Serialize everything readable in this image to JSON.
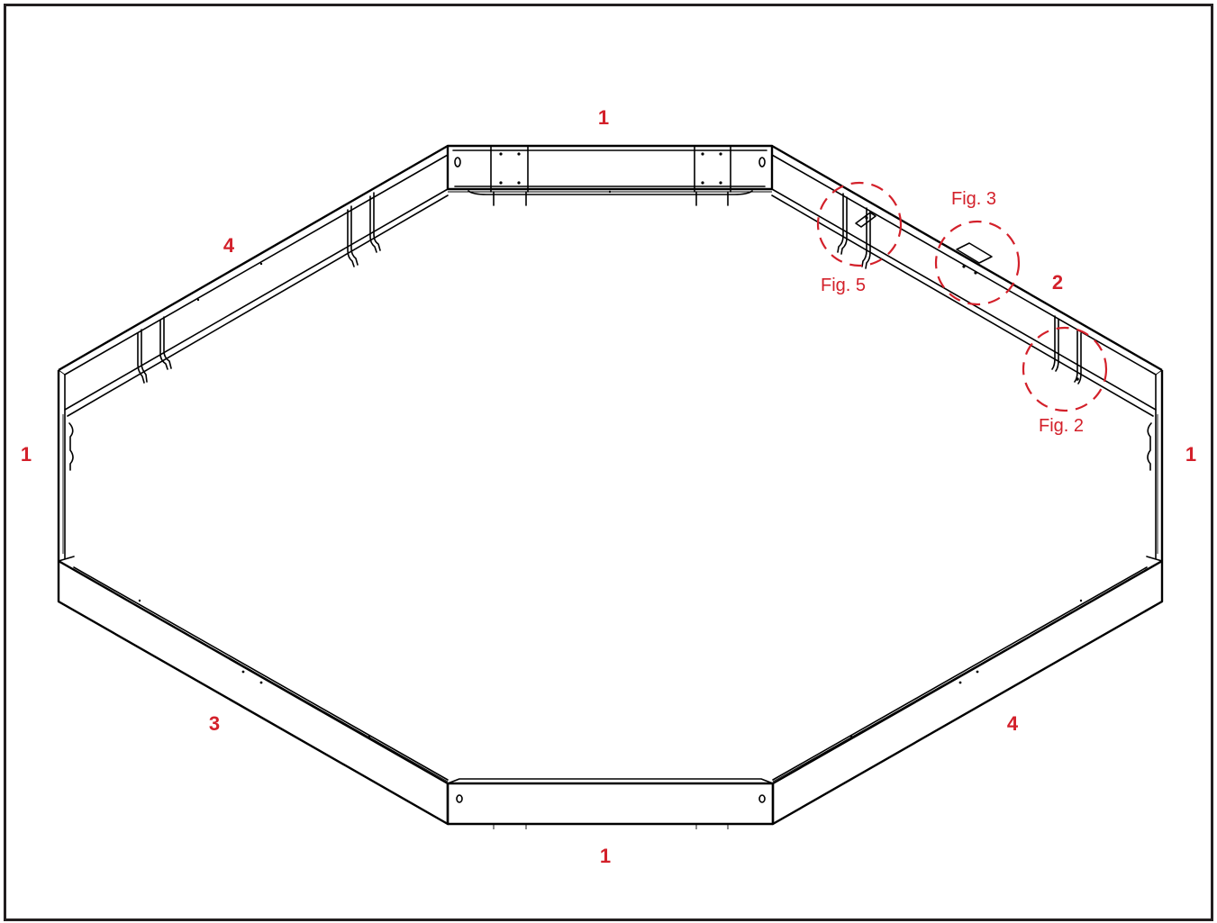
{
  "diagram": {
    "part_labels": {
      "top": "1",
      "upper_left": "4",
      "upper_right": "2",
      "left": "1",
      "right": "1",
      "lower_left": "3",
      "lower_right": "4",
      "bottom": "1"
    },
    "figure_callouts": {
      "fig5": "Fig. 5",
      "fig3": "Fig. 3",
      "fig2": "Fig. 2"
    },
    "colors": {
      "callout": "#d3202a",
      "line": "#000000",
      "frame": "#231f20"
    }
  }
}
